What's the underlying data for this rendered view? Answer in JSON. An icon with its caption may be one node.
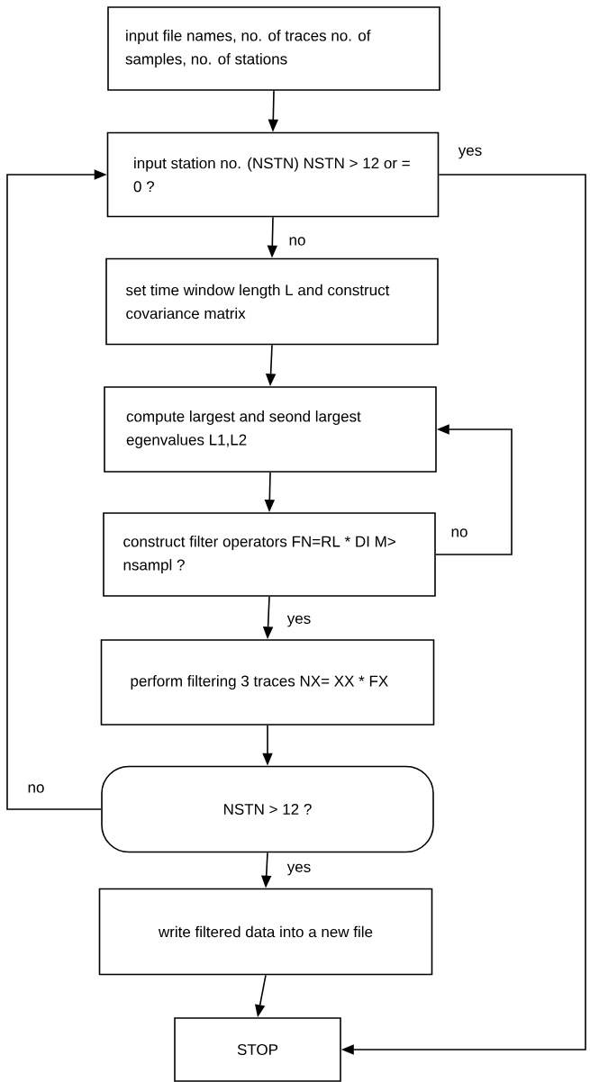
{
  "diagram": {
    "nodes": [
      {
        "text": [
          "input file names, no. of traces no. of samples, no. of stations"
        ]
      },
      {
        "text": [
          "input station no. (NSTN) NSTN > 12 or = 0 ?"
        ]
      },
      {
        "text": [
          "set time window length L and construct covariance matrix"
        ]
      },
      {
        "text": [
          "compute largest and seond largest egenvalues L1,L2"
        ]
      },
      {
        "text": [
          "construct filter operators FN=RL * DI M> nsampl ?"
        ]
      },
      {
        "text": [
          "perform filtering 3 traces NX= XX * FX"
        ]
      },
      {
        "text": [
          "NSTN > 12 ?"
        ]
      },
      {
        "text": [
          "write filtered data into a new file"
        ]
      },
      {
        "text": [
          "STOP"
        ]
      }
    ],
    "edges": [
      {
        "from": 0,
        "to": 1,
        "arrow": "to"
      },
      {
        "from": 1,
        "to": 2,
        "arrow": "to",
        "label": "no"
      },
      {
        "from": 2,
        "to": 3,
        "arrow": "to"
      },
      {
        "from": 3,
        "to": 4,
        "arrow": "to"
      },
      {
        "from": 4,
        "to": 3,
        "arrow": "to",
        "label": "no"
      },
      {
        "from": 4,
        "to": 5,
        "arrow": "to",
        "label": "yes"
      },
      {
        "from": 5,
        "to": 6,
        "arrow": "to"
      },
      {
        "from": 6,
        "to": 1,
        "arrow": "to",
        "label": "no"
      },
      {
        "from": 6,
        "to": 7,
        "arrow": "to",
        "label": "yes"
      },
      {
        "from": 7,
        "to": 8,
        "arrow": "to"
      },
      {
        "from": 1,
        "to": 8,
        "arrow": "to",
        "label": "yes"
      }
    ]
  }
}
